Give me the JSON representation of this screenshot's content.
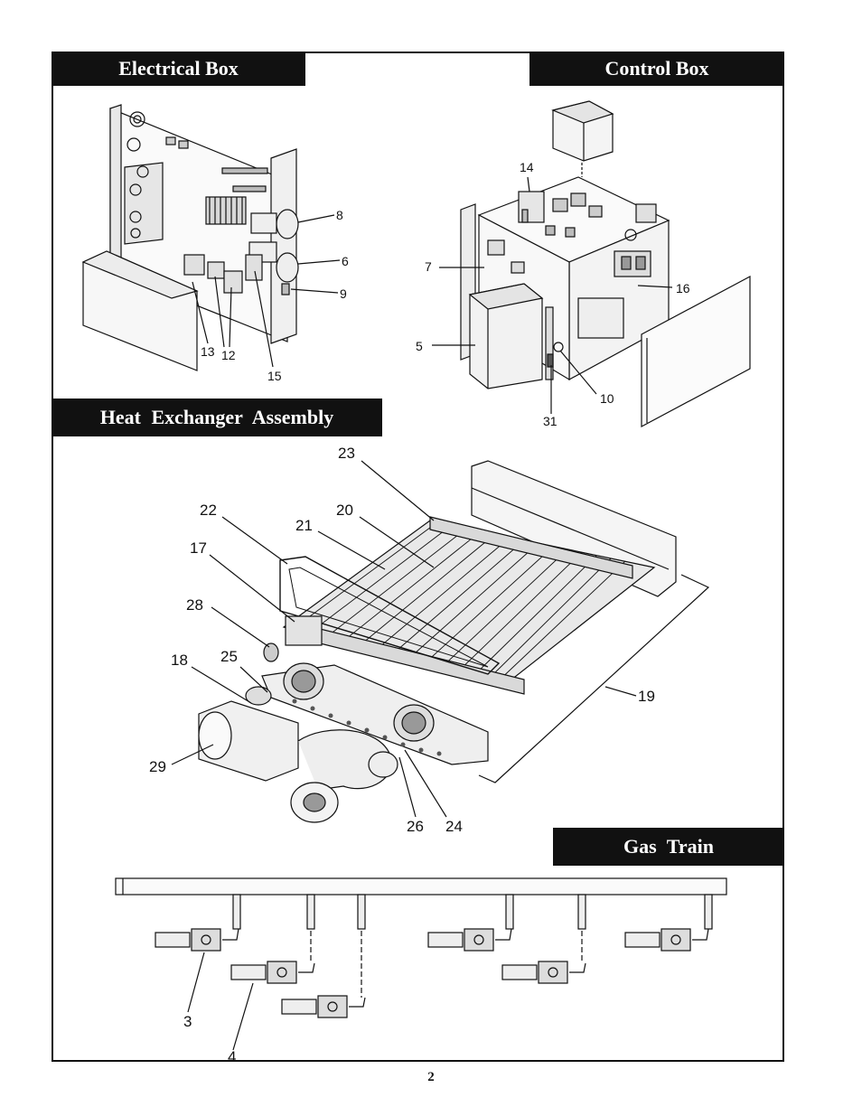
{
  "sections": {
    "electrical_box": "Electrical Box",
    "control_box": "Control Box",
    "heat_exchanger": "Heat   Exchanger  Assembly",
    "gas_train": "Gas  Train"
  },
  "callouts": {
    "c8": "8",
    "c6": "6",
    "c9": "9",
    "c13": "13",
    "c12": "12",
    "c15": "15",
    "c14": "14",
    "c7": "7",
    "c16": "16",
    "c5": "5",
    "c10": "10",
    "c31": "31",
    "c23": "23",
    "c22": "22",
    "c20": "20",
    "c21": "21",
    "c17": "17",
    "c28": "28",
    "c18": "18",
    "c25": "25",
    "c19": "19",
    "c29": "29",
    "c26": "26",
    "c24": "24",
    "c3": "3",
    "c4": "4"
  },
  "page_number": "2"
}
